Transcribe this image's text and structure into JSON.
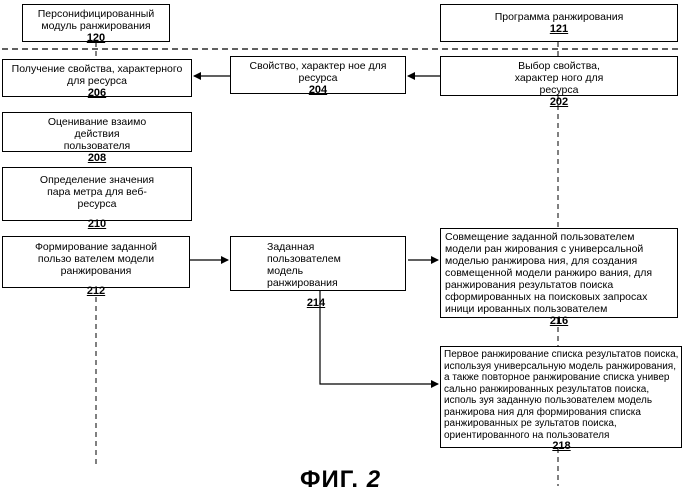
{
  "top_left": {
    "text": "Персонифицированный модуль ранжирования",
    "num": "120"
  },
  "top_right": {
    "text": "Программа ранжирования",
    "num": "121"
  },
  "b206": {
    "text": "Получение свойства, характерного для ресурса",
    "num": "206"
  },
  "b204": {
    "text": "Свойство, характер ное для ресурса",
    "num": "204"
  },
  "b202": {
    "text": "Выбор свойства, характер ного для ресурса",
    "num": "202"
  },
  "b208": {
    "text": "Оценивание взаимо действия пользователя",
    "num": "208"
  },
  "b210": {
    "text": "Определение значения пара метра для веб-ресурса",
    "num": "210"
  },
  "b212": {
    "text": "Формирование заданной пользо вателем модели ранжирования",
    "num": "212"
  },
  "b214": {
    "text": "Заданная пользователем модель ранжирования",
    "num": "214"
  },
  "b216": {
    "text": "Совмещение заданной пользователем модели ран жирования с универсальной моделью ранжирова ния, для создания совмещенной модели ранжиро вания, для ранжирования результатов поиска сформированных на поисковых запросах иници ированных пользователем",
    "num": "216"
  },
  "b218": {
    "text": "Первое ранжирование списка результатов поиска, используя универсальную модель ранжирования, а также повторное ранжирование списка универ сально ранжированных результатов поиска, исполь зуя заданную пользователем модель ранжирова ния для формирования списка ранжированных ре зультатов поиска, ориентированного на пользователя",
    "num": "218"
  },
  "caption": {
    "prefix": "ФИГ.",
    "number": "2"
  }
}
